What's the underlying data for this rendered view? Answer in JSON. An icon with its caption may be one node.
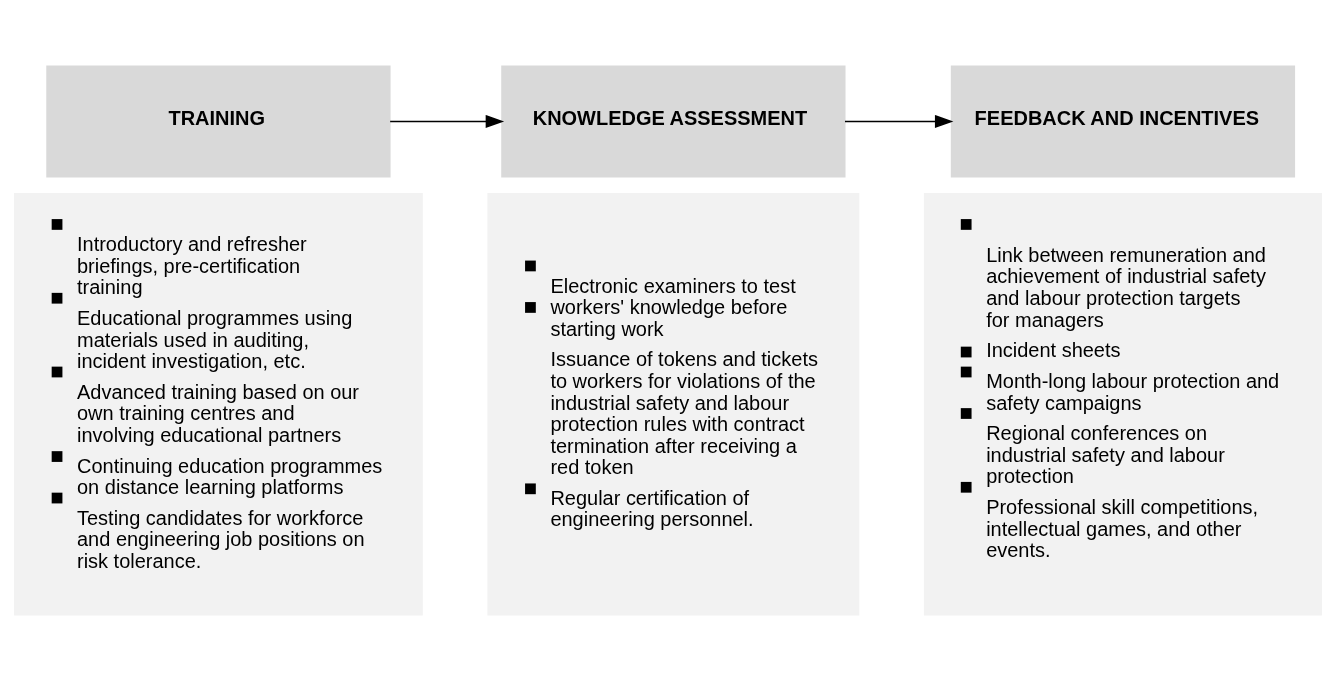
{
  "diagram": {
    "nodes": [
      {
        "text": [
          "TRAINING"
        ]
      },
      {
        "text": [
          "Introductory and refresher briefings, pre-certification training",
          "Educational programmes using materials used in auditing, incident investigation, etc.",
          "Advanced training based on our own training centres and involving educational partners",
          "Continuing education programmes on distance learning platforms",
          "Testing candidates for workforce and engineering job positions on risk tolerance."
        ]
      },
      {
        "text": [
          "KNOWLEDGE ASSESSMENT"
        ]
      },
      {
        "text": [
          "Electronic examiners to test workers' knowledge before starting work",
          "Issuance of tokens and tickets to workers for violations of the industrial safety and labour protection rules with contract termination after receiving a red token",
          "Regular certification of engineering personnel."
        ]
      },
      {
        "text": [
          "FEEDBACK AND INCENTIVES"
        ]
      },
      {
        "text": [
          "Link between remuneration and achievement of industrial safety and labour protection targets for managers",
          "Incident sheets",
          "Month-long labour protection and safety campaigns",
          "Regional conferences on industrial safety and labour protection",
          "Professional skill competitions, intellectual games, and other events."
        ]
      }
    ],
    "edges": [
      {
        "from": 0,
        "to": 2,
        "arrow": "to"
      },
      {
        "from": 2,
        "to": 4,
        "arrow": "to"
      }
    ]
  }
}
